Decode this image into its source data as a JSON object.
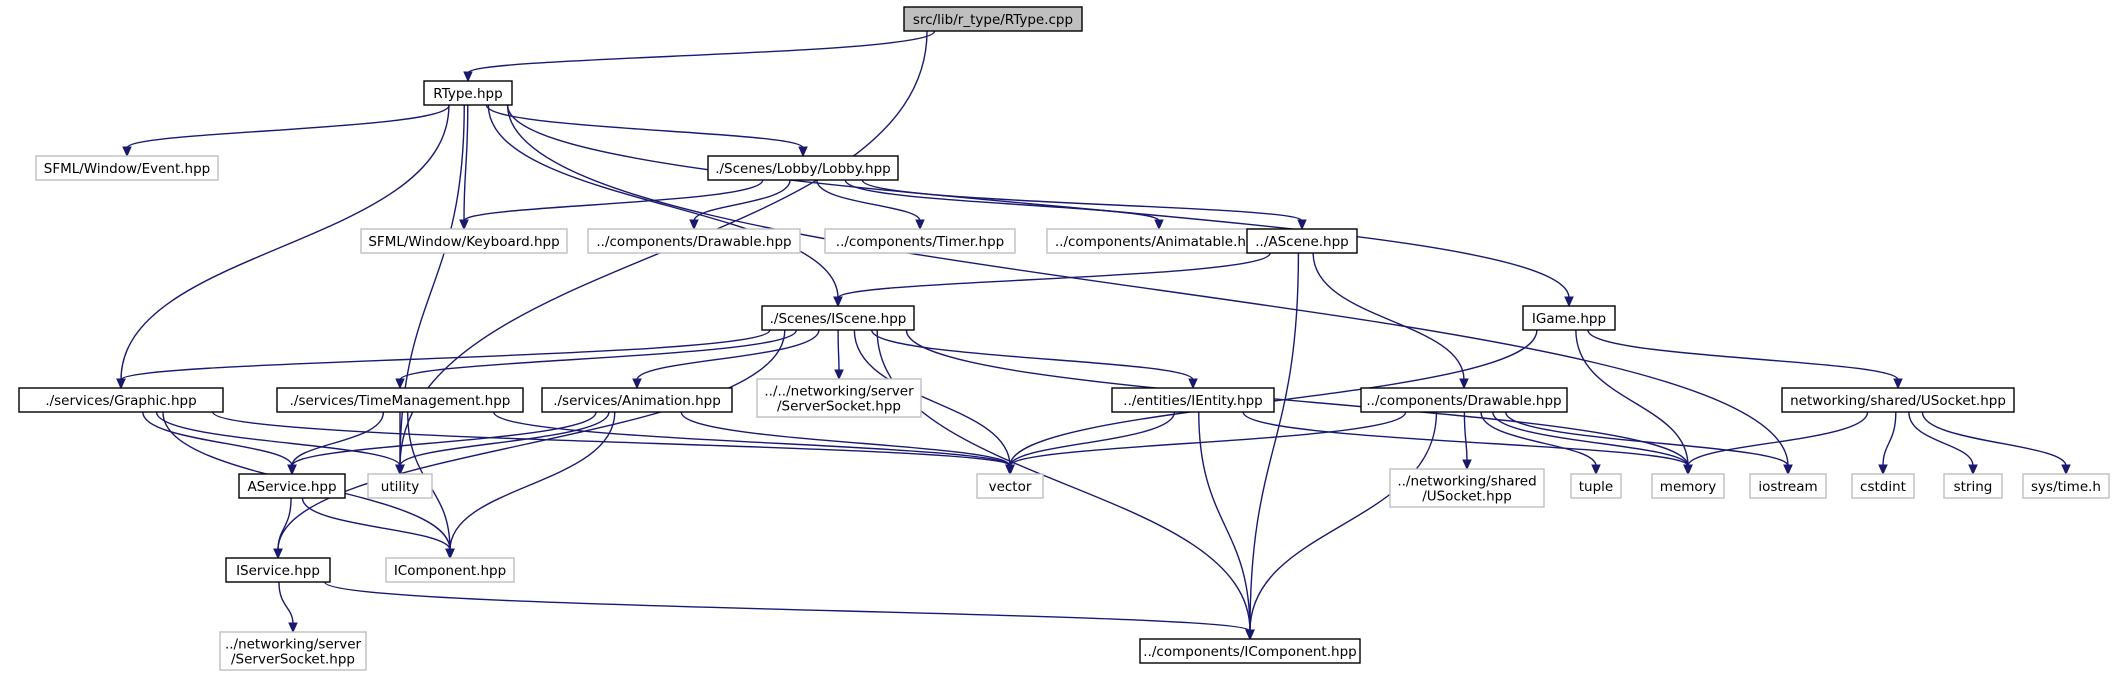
{
  "graph": {
    "nodes": [
      {
        "id": "rtype_cpp",
        "lines": [
          "src/lib/r_type/RType.cpp"
        ],
        "style": "root"
      },
      {
        "id": "rtype_hpp",
        "lines": [
          "RType.hpp"
        ],
        "style": "doc"
      },
      {
        "id": "sfml_event",
        "lines": [
          "SFML/Window/Event.hpp"
        ],
        "style": "ext"
      },
      {
        "id": "lobby",
        "lines": [
          "./Scenes/Lobby/Lobby.hpp"
        ],
        "style": "doc"
      },
      {
        "id": "sfml_keyboard",
        "lines": [
          "SFML/Window/Keyboard.hpp"
        ],
        "style": "ext"
      },
      {
        "id": "comp_drawable",
        "lines": [
          "../components/Drawable.hpp"
        ],
        "style": "ext"
      },
      {
        "id": "comp_timer",
        "lines": [
          "../components/Timer.hpp"
        ],
        "style": "ext"
      },
      {
        "id": "comp_animatable",
        "lines": [
          "../components/Animatable.hpp"
        ],
        "style": "ext"
      },
      {
        "id": "ascene",
        "lines": [
          "../AScene.hpp"
        ],
        "style": "doc"
      },
      {
        "id": "iscene",
        "lines": [
          "./Scenes/IScene.hpp"
        ],
        "style": "doc"
      },
      {
        "id": "igame",
        "lines": [
          "IGame.hpp"
        ],
        "style": "doc"
      },
      {
        "id": "graphic",
        "lines": [
          "./services/Graphic.hpp"
        ],
        "style": "doc"
      },
      {
        "id": "timemgmt",
        "lines": [
          "./services/TimeManagement.hpp"
        ],
        "style": "doc"
      },
      {
        "id": "animation",
        "lines": [
          "./services/Animation.hpp"
        ],
        "style": "doc"
      },
      {
        "id": "net_server_socket_a",
        "lines": [
          "../../networking/server",
          "/ServerSocket.hpp"
        ],
        "style": "ext"
      },
      {
        "id": "ientity",
        "lines": [
          "../entities/IEntity.hpp"
        ],
        "style": "doc"
      },
      {
        "id": "drawable_doc",
        "lines": [
          "../components/Drawable.hpp"
        ],
        "style": "doc"
      },
      {
        "id": "usocket",
        "lines": [
          "networking/shared/USocket.hpp"
        ],
        "style": "doc"
      },
      {
        "id": "aservice",
        "lines": [
          "AService.hpp"
        ],
        "style": "doc"
      },
      {
        "id": "utility",
        "lines": [
          "utility"
        ],
        "style": "ext"
      },
      {
        "id": "vector",
        "lines": [
          "vector"
        ],
        "style": "ext"
      },
      {
        "id": "net_shared_usocket",
        "lines": [
          "../networking/shared",
          "/USocket.hpp"
        ],
        "style": "ext"
      },
      {
        "id": "tuple",
        "lines": [
          "tuple"
        ],
        "style": "ext"
      },
      {
        "id": "memory",
        "lines": [
          "memory"
        ],
        "style": "ext"
      },
      {
        "id": "iostream",
        "lines": [
          "iostream"
        ],
        "style": "ext"
      },
      {
        "id": "cstdint",
        "lines": [
          "cstdint"
        ],
        "style": "ext"
      },
      {
        "id": "string",
        "lines": [
          "string"
        ],
        "style": "ext"
      },
      {
        "id": "systime",
        "lines": [
          "sys/time.h"
        ],
        "style": "ext"
      },
      {
        "id": "iservice",
        "lines": [
          "IService.hpp"
        ],
        "style": "doc"
      },
      {
        "id": "icomponent_ext",
        "lines": [
          "IComponent.hpp"
        ],
        "style": "ext"
      },
      {
        "id": "net_server_socket_b",
        "lines": [
          "../networking/server",
          "/ServerSocket.hpp"
        ],
        "style": "ext"
      },
      {
        "id": "comp_icomponent",
        "lines": [
          "../components/IComponent.hpp"
        ],
        "style": "doc"
      }
    ],
    "edges": [
      [
        "rtype_cpp",
        "rtype_hpp"
      ],
      [
        "rtype_cpp",
        "utility"
      ],
      [
        "rtype_hpp",
        "sfml_event"
      ],
      [
        "rtype_hpp",
        "lobby"
      ],
      [
        "rtype_hpp",
        "sfml_keyboard"
      ],
      [
        "rtype_hpp",
        "iscene"
      ],
      [
        "rtype_hpp",
        "graphic"
      ],
      [
        "rtype_hpp",
        "utility"
      ],
      [
        "rtype_hpp",
        "igame"
      ],
      [
        "rtype_hpp",
        "iostream"
      ],
      [
        "lobby",
        "sfml_keyboard"
      ],
      [
        "lobby",
        "comp_drawable"
      ],
      [
        "lobby",
        "comp_timer"
      ],
      [
        "lobby",
        "comp_animatable"
      ],
      [
        "lobby",
        "ascene"
      ],
      [
        "ascene",
        "iscene"
      ],
      [
        "ascene",
        "drawable_doc"
      ],
      [
        "ascene",
        "comp_icomponent"
      ],
      [
        "iscene",
        "graphic"
      ],
      [
        "iscene",
        "timemgmt"
      ],
      [
        "iscene",
        "animation"
      ],
      [
        "iscene",
        "net_server_socket_a"
      ],
      [
        "iscene",
        "ientity"
      ],
      [
        "iscene",
        "vector"
      ],
      [
        "iscene",
        "memory"
      ],
      [
        "iscene",
        "comp_icomponent"
      ],
      [
        "iscene",
        "iservice"
      ],
      [
        "igame",
        "vector"
      ],
      [
        "igame",
        "memory"
      ],
      [
        "igame",
        "usocket"
      ],
      [
        "graphic",
        "aservice"
      ],
      [
        "graphic",
        "utility"
      ],
      [
        "graphic",
        "vector"
      ],
      [
        "graphic",
        "icomponent_ext"
      ],
      [
        "timemgmt",
        "aservice"
      ],
      [
        "timemgmt",
        "utility"
      ],
      [
        "timemgmt",
        "vector"
      ],
      [
        "timemgmt",
        "icomponent_ext"
      ],
      [
        "animation",
        "aservice"
      ],
      [
        "animation",
        "utility"
      ],
      [
        "animation",
        "vector"
      ],
      [
        "animation",
        "icomponent_ext"
      ],
      [
        "ientity",
        "vector"
      ],
      [
        "ientity",
        "memory"
      ],
      [
        "ientity",
        "comp_icomponent"
      ],
      [
        "drawable_doc",
        "vector"
      ],
      [
        "drawable_doc",
        "net_shared_usocket"
      ],
      [
        "drawable_doc",
        "tuple"
      ],
      [
        "drawable_doc",
        "memory"
      ],
      [
        "drawable_doc",
        "iostream"
      ],
      [
        "drawable_doc",
        "comp_icomponent"
      ],
      [
        "usocket",
        "memory"
      ],
      [
        "usocket",
        "cstdint"
      ],
      [
        "usocket",
        "string"
      ],
      [
        "usocket",
        "systime"
      ],
      [
        "aservice",
        "iservice"
      ],
      [
        "aservice",
        "icomponent_ext"
      ],
      [
        "iservice",
        "net_server_socket_b"
      ],
      [
        "iservice",
        "comp_icomponent"
      ]
    ]
  }
}
